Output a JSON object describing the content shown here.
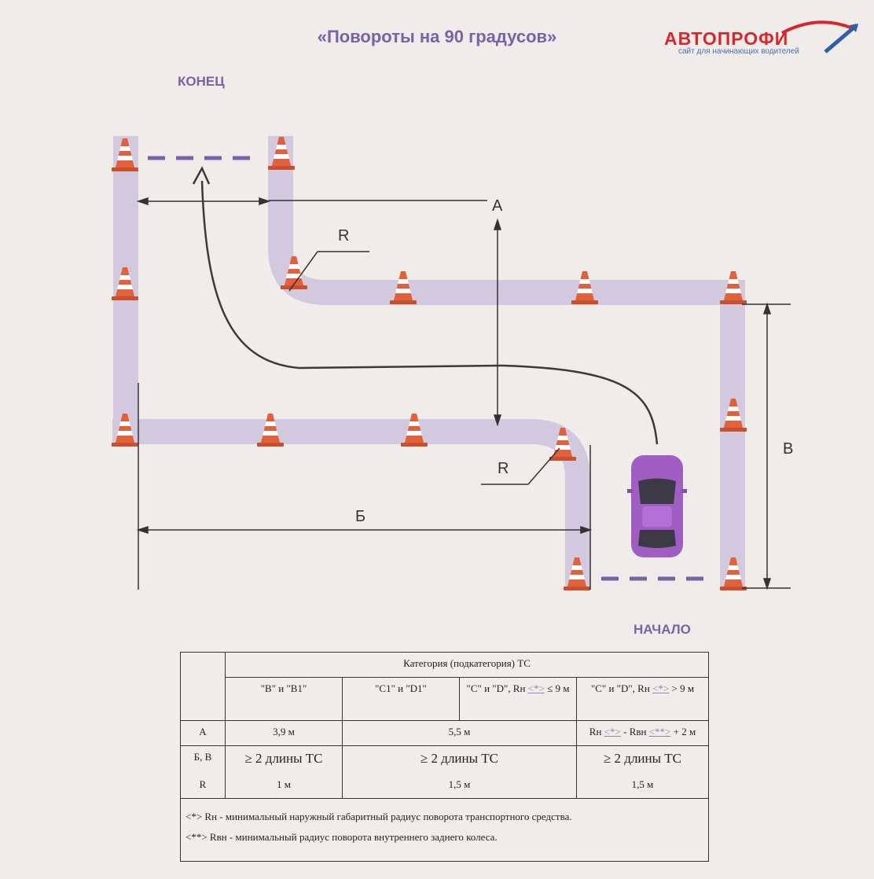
{
  "title": "«Повороты на 90 градусов»",
  "logo": {
    "name": "АВТОПРОФИ",
    "tagline": "сайт для начинающих водителей"
  },
  "labels": {
    "end": "КОНЕЦ",
    "start": "НАЧАЛО"
  },
  "dimensions": {
    "a": "А",
    "b": "Б",
    "v": "В",
    "r_top": "R",
    "r_bottom": "R"
  },
  "colors": {
    "track": "#d2c9df",
    "accent": "#7a62a8",
    "car": "#a05ec4",
    "cone": "#e2603a"
  },
  "table": {
    "header": "Категория (подкатегория) ТС",
    "columns": [
      {
        "label": "\"B\" и \"B1\""
      },
      {
        "label": "\"C1\" и \"D1\""
      },
      {
        "pre": "\"C\" и \"D\", Rн ",
        "mark": "<*>",
        "post": " ≤ 9 м"
      },
      {
        "pre": "\"C\" и \"D\", Rн ",
        "mark": "<*>",
        "post": " > 9 м"
      }
    ],
    "row_labels": {
      "a": "А",
      "bv": "Б, В",
      "r": "R"
    },
    "a_values": {
      "b": "3,9 м",
      "c1d1": "5,5 м"
    },
    "a_formula": {
      "p1": "Rн ",
      "m1": "<*>",
      "p2": " - Rвн ",
      "m2": "<**>",
      "p3": " + 2 м"
    },
    "bv_values": {
      "b": "≥ 2 длины ТС",
      "c1d1": "≥ 2 длины ТС",
      "cd": "≥ 2 длины ТС"
    },
    "r_values": {
      "b": "1 м",
      "c1d1": "1,5 м",
      "cd": "1,5 м"
    },
    "notes": [
      "<*> Rн - минимальный наружный габаритный радиус поворота транспортного средства.",
      "<**> Rвн - минимальный радиус поворота внутреннего заднего колеса."
    ]
  }
}
